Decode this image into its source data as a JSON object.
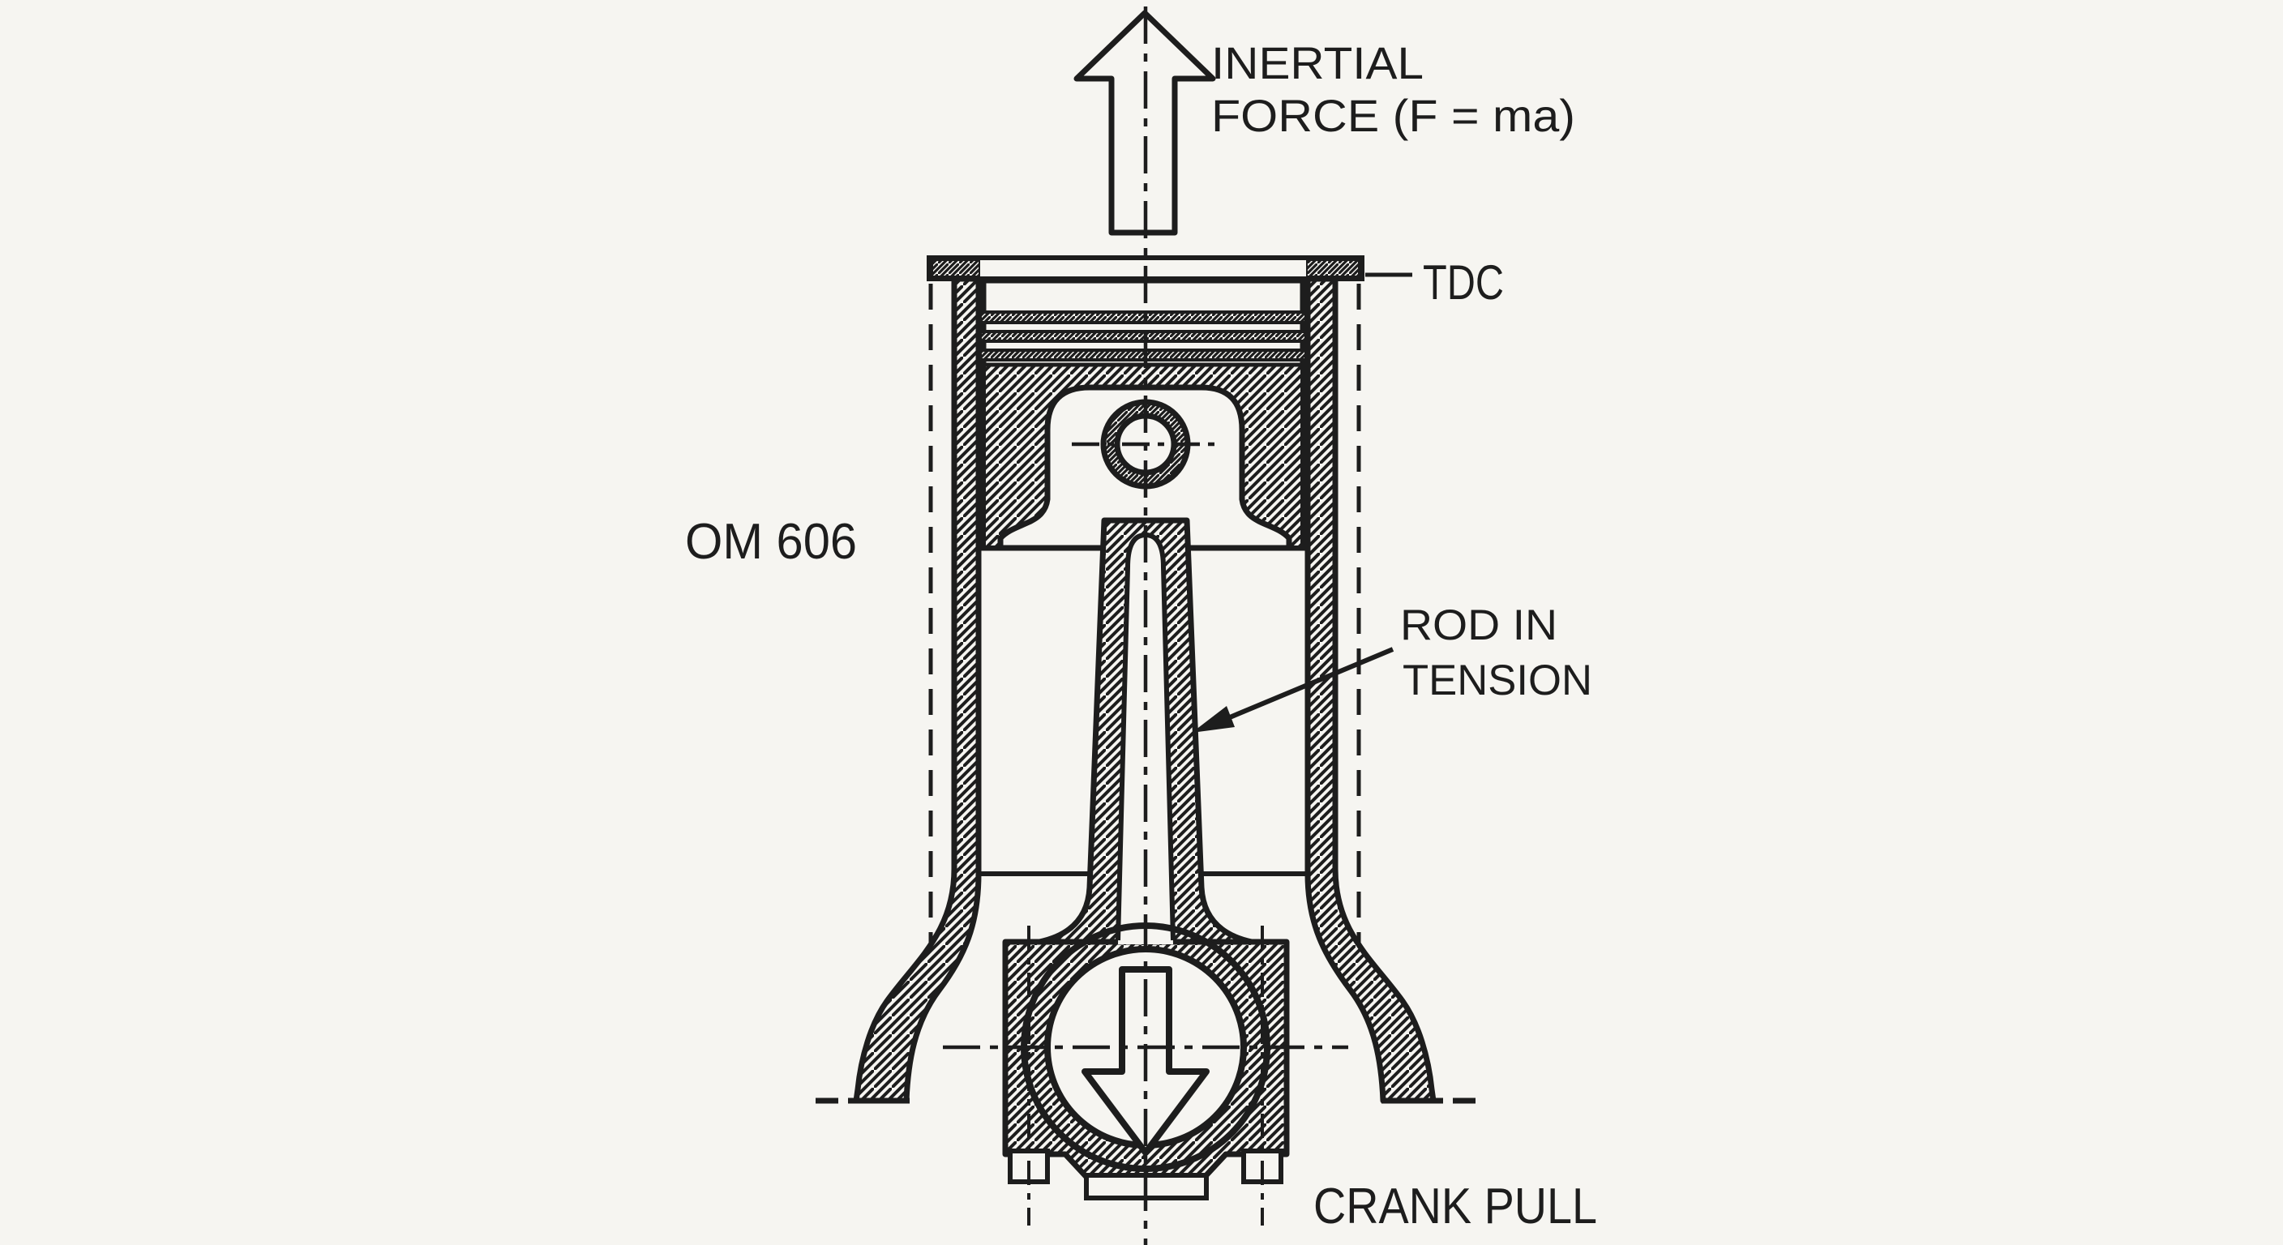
{
  "page": {
    "background": "#f6f5f1",
    "ink": "#1d1d1d"
  },
  "labels": {
    "inertial_line1": "INERTIAL",
    "inertial_line2": "FORCE (F = ma)",
    "tdc": "TDC",
    "engine": "OM 606",
    "rod_line1": "ROD IN",
    "rod_line2": "TENSION",
    "crank": "CRANK PULL"
  }
}
